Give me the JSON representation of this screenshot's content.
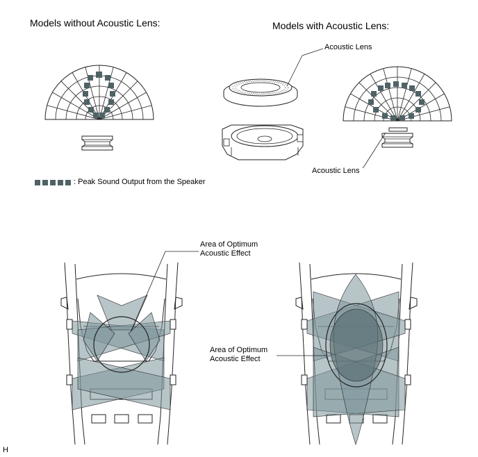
{
  "headings": {
    "without_lens": "Models without Acoustic Lens:",
    "with_lens": "Models with Acoustic Lens:"
  },
  "callouts": {
    "acoustic_lens_top": "Acoustic Lens",
    "acoustic_lens_side": "Acoustic Lens",
    "optimum_left_line1": "Area of Optimum",
    "optimum_left_line2": "Acoustic Effect",
    "optimum_right_line1": "Area of Optimum",
    "optimum_right_line2": "Acoustic Effect"
  },
  "legend": {
    "text": ": Peak Sound Output from the Speaker",
    "marker_count": 5
  },
  "corner_mark": "H",
  "colors": {
    "line": "#222222",
    "marker": "#4f6366",
    "overlay": "#7d969b",
    "overlay_dark": "#54696d"
  }
}
